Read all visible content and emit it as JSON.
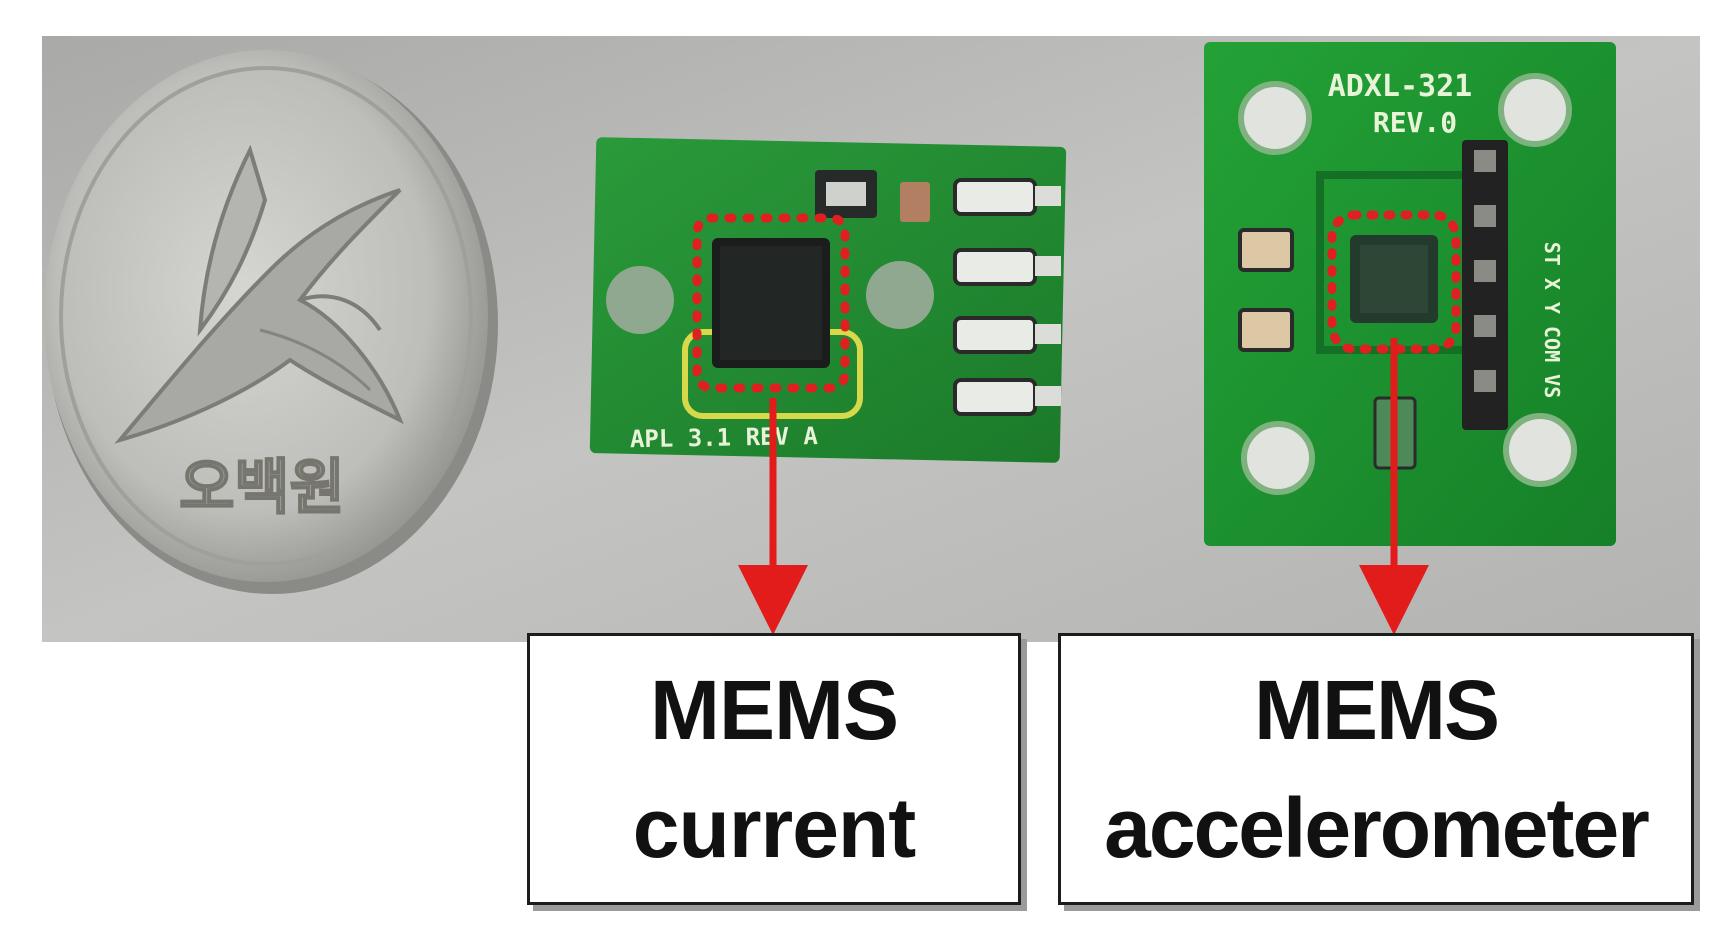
{
  "coin": {
    "icon": "crane-coin-icon",
    "inscription": "오백원"
  },
  "board_current": {
    "silk_text": "APL 3.1 REV A"
  },
  "board_accel": {
    "silk_line1": "ADXL-321",
    "silk_line2": "REV.0",
    "pin_labels": "ST X Y COM VS"
  },
  "labels": {
    "current": {
      "line1": "MEMS",
      "line2": "current"
    },
    "accelerometer": {
      "line1": "MEMS",
      "line2": "accelerometer"
    }
  },
  "colors": {
    "background_photo": "#b9b9b7",
    "pcb_green": "#1e8a2c",
    "chip": "#1a1d1c",
    "highlight_dots": "#e02020",
    "arrow": "#e21b1b",
    "coin": "#c7c7c3"
  }
}
